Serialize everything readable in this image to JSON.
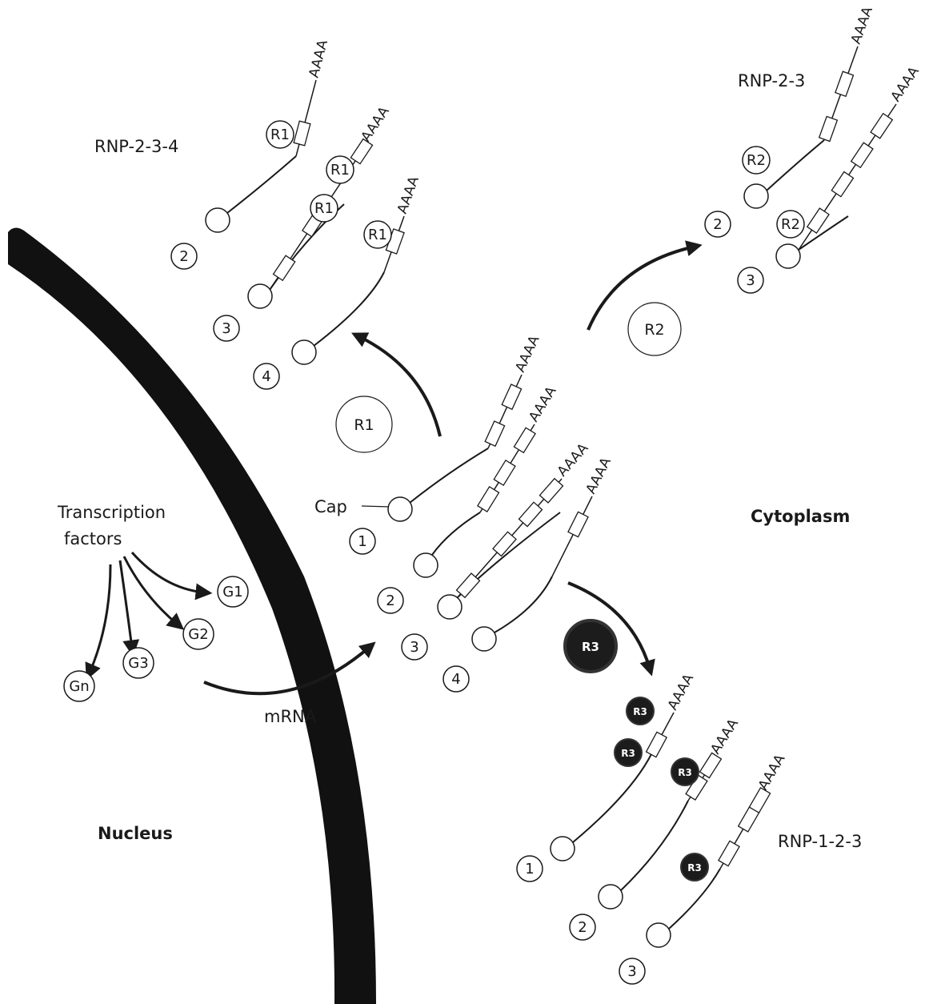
{
  "labels": {
    "nucleus": "Nucleus",
    "cytoplasm": "Cytoplasm",
    "transcription_factors_line1": "Transcription",
    "transcription_factors_line2": "factors",
    "mrna": "mRNA",
    "cap": "Cap",
    "poly_a": "AAAA"
  },
  "complexes": {
    "rnp_234": "RNP-2-3-4",
    "rnp_23": "RNP-2-3",
    "rnp_123": "RNP-1-2-3"
  },
  "proteins": {
    "r1": "R1",
    "r2": "R2",
    "r3": "R3"
  },
  "genes": [
    "G1",
    "G2",
    "G3",
    "Gn"
  ],
  "mrna_numbers": {
    "center": [
      "1",
      "2",
      "3",
      "4"
    ],
    "rnp_234": [
      "2",
      "3",
      "4"
    ],
    "rnp_23": [
      "2",
      "3"
    ],
    "rnp_123": [
      "1",
      "2",
      "3"
    ]
  },
  "colors": {
    "membrane": "#111111",
    "line": "#1a1a1a",
    "r3_fill": "#1c1c1c"
  }
}
